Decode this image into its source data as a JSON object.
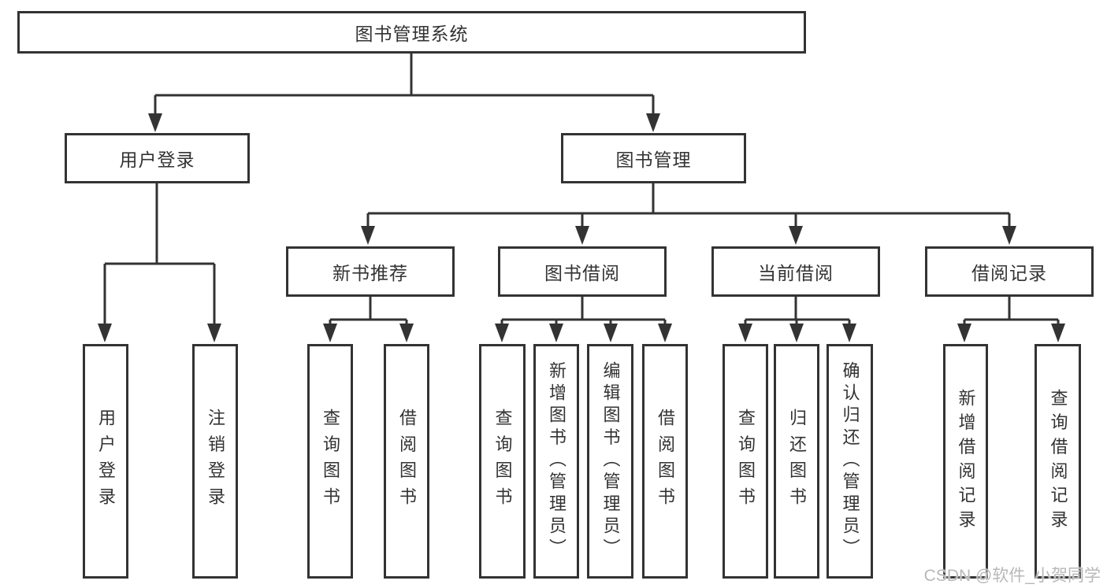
{
  "diagram": {
    "root": {
      "label": "图书管理系统",
      "children": [
        {
          "label": "用户登录",
          "children": [
            {
              "label": "用户登录"
            },
            {
              "label": "注销登录"
            }
          ]
        },
        {
          "label": "图书管理",
          "children": [
            {
              "label": "新书推荐",
              "children": [
                {
                  "label": "查询图书"
                },
                {
                  "label": "借阅图书"
                }
              ]
            },
            {
              "label": "图书借阅",
              "children": [
                {
                  "label": "查询图书"
                },
                {
                  "label": "新增图书（管理员）"
                },
                {
                  "label": "编辑图书（管理员）"
                },
                {
                  "label": "借阅图书"
                }
              ]
            },
            {
              "label": "当前借阅",
              "children": [
                {
                  "label": "查询图书"
                },
                {
                  "label": "归还图书"
                },
                {
                  "label": "确认归还（管理员）"
                }
              ]
            },
            {
              "label": "借阅记录",
              "children": [
                {
                  "label": "新增借阅记录"
                },
                {
                  "label": "查询借阅记录"
                }
              ]
            }
          ]
        }
      ]
    },
    "watermark": "CSDN @软件_小贺同学",
    "colors": {
      "line": "#333333",
      "text": "#333333",
      "watermark": "#b2b2b2"
    }
  }
}
